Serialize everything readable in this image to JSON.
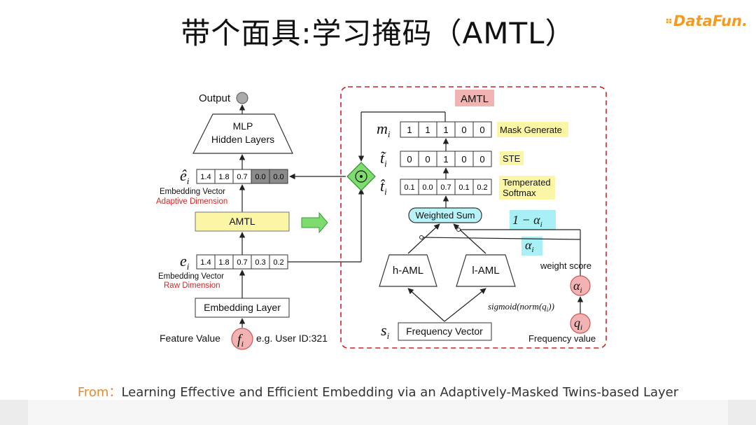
{
  "title": "带个面具:学习掩码（AMTL）",
  "logo": {
    "text": "DataFun.",
    "icon": "dots-icon"
  },
  "source": {
    "prefix": "From：",
    "text": "Learning Effective and Efficient Embedding via an Adaptively-Masked Twins-based Layer"
  },
  "colors": {
    "yellow": "#fbf6a6",
    "pink": "#f2b3b3",
    "cyan": "#a8f0f5",
    "grey": "#8c8c8c",
    "red": "#d22",
    "dashed_border": "#cc2222",
    "green": "#7edc6e"
  },
  "left": {
    "output_label": "Output",
    "mlp_line1": "MLP",
    "mlp_line2": "Hidden Layers",
    "e_hat": {
      "symbol": "ê",
      "sub": "i",
      "cells": [
        "1.4",
        "1.8",
        "0.7",
        "0.0",
        "0.0"
      ]
    },
    "e_hat_caption1": "Embedding Vector",
    "e_hat_caption2": "Adaptive Dimension",
    "amtl_box": "AMTL",
    "e": {
      "symbol": "e",
      "sub": "i",
      "cells": [
        "1.4",
        "1.8",
        "0.7",
        "0.3",
        "0.2"
      ]
    },
    "e_caption1": "Embedding Vector",
    "e_caption2": "Raw Dimension",
    "embedding_layer": "Embedding Layer",
    "feature_value": "Feature Value",
    "f_symbol": "f",
    "f_sub": "i",
    "example": "e.g. User ID:321"
  },
  "right": {
    "header": "AMTL",
    "m": {
      "symbol": "m",
      "sub": "i",
      "cells": [
        "1",
        "1",
        "1",
        "0",
        "0"
      ],
      "label": "Mask Generate"
    },
    "t_tilde": {
      "symbol": "t̃",
      "sub": "i",
      "cells": [
        "0",
        "0",
        "1",
        "0",
        "0"
      ],
      "label": "STE"
    },
    "t_hat": {
      "symbol": "t̂",
      "sub": "i",
      "cells": [
        "0.1",
        "0.0",
        "0.7",
        "0.1",
        "0.2"
      ],
      "label1": "Temperated",
      "label2": "Softmax"
    },
    "odot": "⊙",
    "weighted_sum": "Weighted Sum",
    "one_minus_alpha": "1 − α",
    "alpha": "α",
    "alpha_sub": "i",
    "h_aml": "h-AML",
    "l_aml": "l-AML",
    "weight_score": "weight score",
    "alpha_node": "α",
    "sigmoid": "sigmoid(norm(q",
    "sigmoid_tail": "))",
    "q_node": "q",
    "s_symbol": "s",
    "s_sub": "i",
    "frequency_vector": "Frequency Vector",
    "frequency_value": "Frequency value"
  }
}
